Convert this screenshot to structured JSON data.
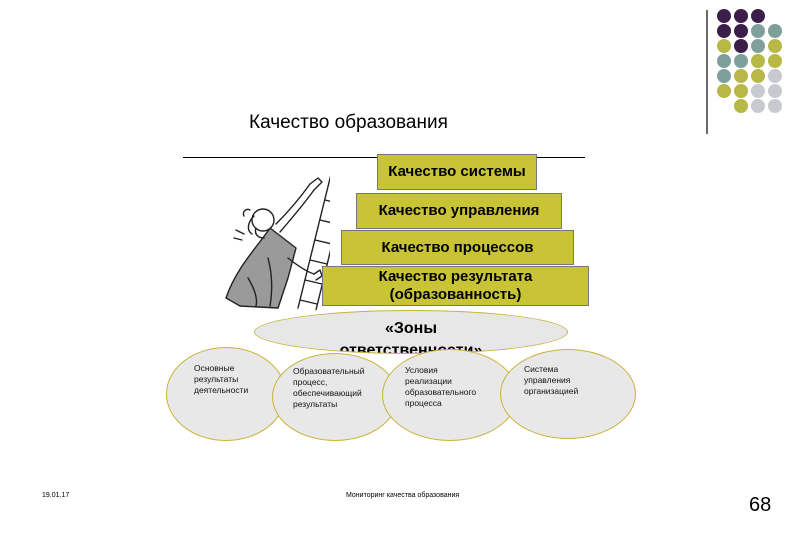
{
  "decoration": {
    "colors": {
      "purple": "#3b1e4a",
      "teal": "#7f9f9b",
      "olive": "#b7b845",
      "gray": "#c9c9d0"
    },
    "dot_grid": [
      [
        "purple",
        "purple",
        "purple",
        "white"
      ],
      [
        "purple",
        "purple",
        "teal",
        "teal"
      ],
      [
        "olive",
        "purple",
        "teal",
        "olive"
      ],
      [
        "teal",
        "teal",
        "olive",
        "olive"
      ],
      [
        "teal",
        "olive",
        "olive",
        "gray"
      ],
      [
        "olive",
        "olive",
        "gray",
        "gray"
      ],
      [
        "white",
        "olive",
        "gray",
        "gray"
      ]
    ]
  },
  "title": "Качество образования",
  "illustration": "man-climbing-ladder-icon",
  "pyramid": {
    "step_color": "#c8c436",
    "steps": [
      "Качество системы",
      "Качество управления",
      "Качество процессов",
      "Качество результата\n(образованность)"
    ]
  },
  "zones": {
    "label": "«Зоны\nответственности»"
  },
  "areas": [
    "Основные\nрезультаты\nдеятельности",
    "Образовательный\nпроцесс,\nобеспечивающий\nрезультаты",
    "Условия\nреализации\nобразовательного\nпроцесса",
    "Система\nуправления\nорганизацией"
  ],
  "footer": {
    "date": "19.01.17",
    "center": "Мониторинг качества образования",
    "page": "68"
  }
}
